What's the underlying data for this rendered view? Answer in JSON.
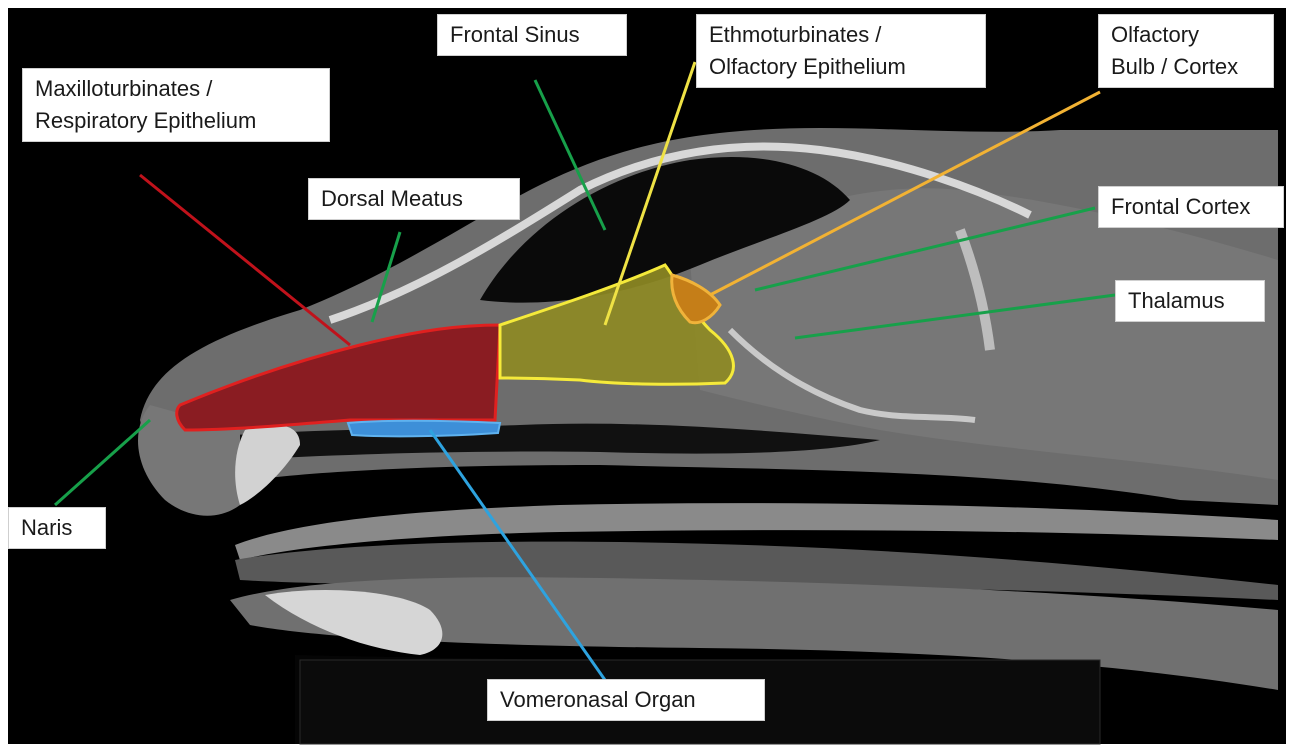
{
  "figure": {
    "background": "#000000",
    "tissue_color": "#6b6b6b",
    "bone_color": "#d9d9d9"
  },
  "labels": {
    "maxilloturbinates": {
      "line1": "Maxilloturbinates /",
      "line2": "Respiratory Epithelium",
      "leader_color": "#c0121b"
    },
    "frontal_sinus": {
      "text": "Frontal Sinus",
      "leader_color": "#17a04a"
    },
    "ethmoturbinates": {
      "line1": "Ethmoturbinates /",
      "line2": "Olfactory Epithelium",
      "leader_color": "#efe245"
    },
    "olfactory_bulb": {
      "line1": "Olfactory",
      "line2": "Bulb / Cortex",
      "leader_color": "#f2b233"
    },
    "dorsal_meatus": {
      "text": "Dorsal Meatus",
      "leader_color": "#17a04a"
    },
    "frontal_cortex": {
      "text": "Frontal Cortex",
      "leader_color": "#17a04a"
    },
    "thalamus": {
      "text": "Thalamus",
      "leader_color": "#17a04a"
    },
    "naris": {
      "text": "Naris",
      "leader_color": "#17a04a"
    },
    "vomeronasal": {
      "text": "Vomeronasal Organ",
      "leader_color": "#2ea3df"
    }
  },
  "regions": {
    "respiratory": {
      "fill": "#8a1c22",
      "stroke": "#e0201f"
    },
    "olfactory": {
      "fill": "#8e8a24",
      "stroke": "#f5ea3a"
    },
    "bulb": {
      "fill": "#c57e18",
      "stroke": "#f0b33a"
    },
    "vomeronasal": {
      "fill": "#3d8fd8",
      "stroke": "#5fb2ef"
    }
  }
}
